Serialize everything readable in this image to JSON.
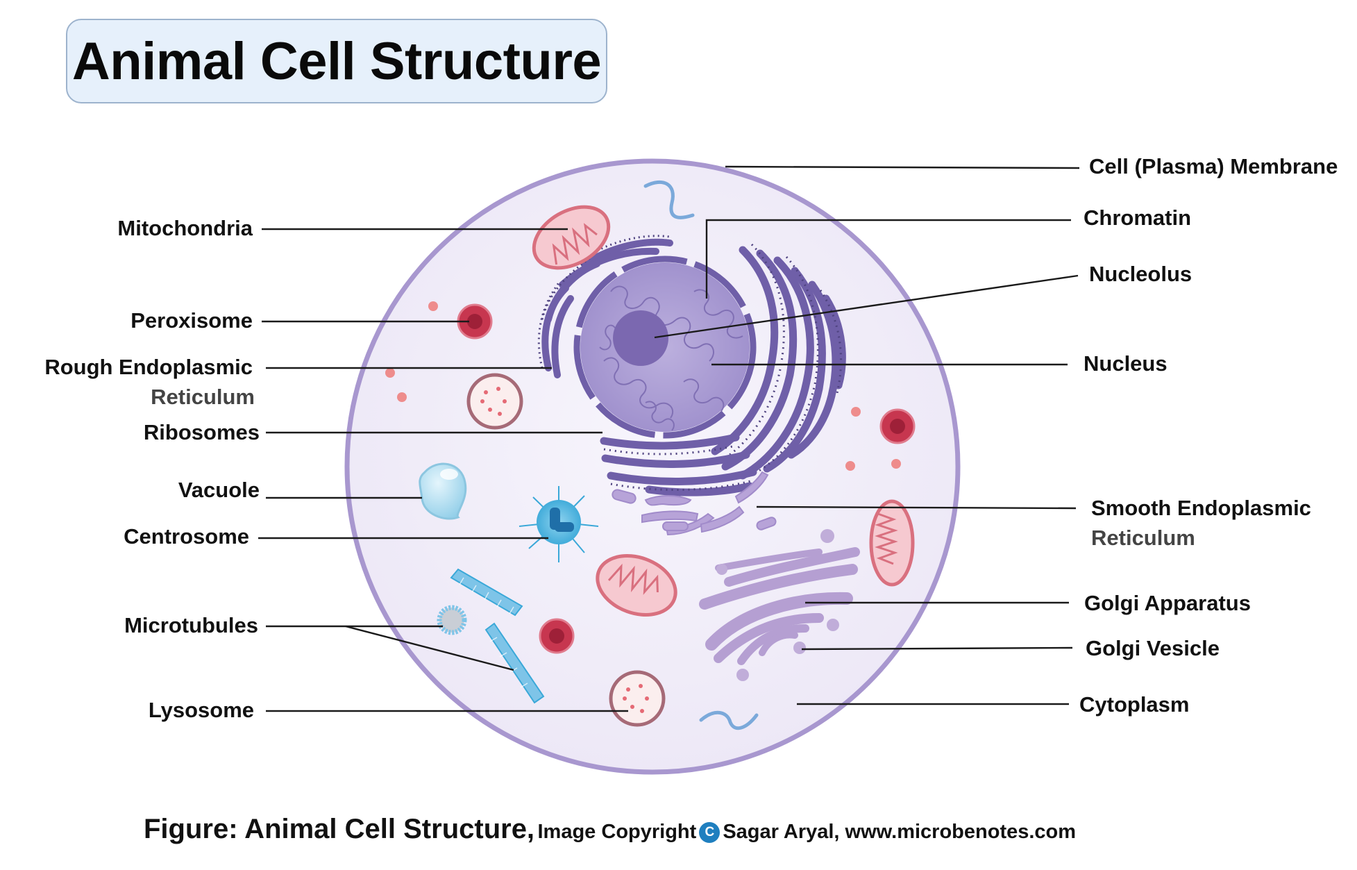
{
  "title": "Animal Cell Structure",
  "labels": {
    "cell_membrane": "Cell (Plasma) Membrane",
    "chromatin": "Chromatin",
    "nucleolus": "Nucleolus",
    "nucleus": "Nucleus",
    "smooth_er_line1": "Smooth Endoplasmic",
    "smooth_er_line2": "Reticulum",
    "golgi_apparatus": "Golgi Apparatus",
    "golgi_vesicle": "Golgi Vesicle",
    "cytoplasm": "Cytoplasm",
    "mitochondria": "Mitochondria",
    "peroxisome": "Peroxisome",
    "rough_er_line1": "Rough Endoplasmic",
    "rough_er_line2": "Reticulum",
    "ribosomes": "Ribosomes",
    "vacuole": "Vacuole",
    "centrosome": "Centrosome",
    "microtubules": "Microtubules",
    "lysosome": "Lysosome"
  },
  "caption": {
    "main": "Figure: Animal Cell Structure,",
    "credit_prefix": "Image Copyright",
    "copyright_symbol": "C",
    "credit": "Sagar Aryal, www.microbenotes.com"
  },
  "colors": {
    "cell_fill": "#f1eef9",
    "cell_border": "#a897cf",
    "nucleus": "#a99ad2",
    "nucleolus": "#7b68b0",
    "er": "#6f5fa8",
    "mitochondria": "#d9707f",
    "peroxisome": "#c7364f",
    "vacuole": "#a9d9ee",
    "centrosome": "#3aa8d8",
    "golgi": "#b59fd2",
    "copyright_icon": "#1f7fbf"
  }
}
